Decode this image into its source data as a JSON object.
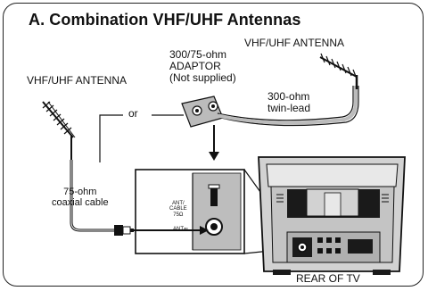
{
  "diagram": {
    "title": "A. Combination VHF/UHF Antennas",
    "antenna_left_label": "VHF/UHF ANTENNA",
    "antenna_right_label": "VHF/UHF ANTENNA",
    "adaptor_label": "300/75-ohm\nADAPTOR\n(Not supplied)",
    "or_label": "or",
    "twin_lead_label": "300-ohm\ntwin-lead",
    "coax_label": "75-ohm\ncoaxial cable",
    "jack_label": "ANT/\nCABLE\n75Ω",
    "jack_label_small": "ANT⇐",
    "tv_label": "REAR OF TV"
  },
  "colors": {
    "line": "#111111",
    "tv_body": "#cfcfcf",
    "tv_dark": "#1a1a1a",
    "panel_bg": "#ffffff"
  }
}
